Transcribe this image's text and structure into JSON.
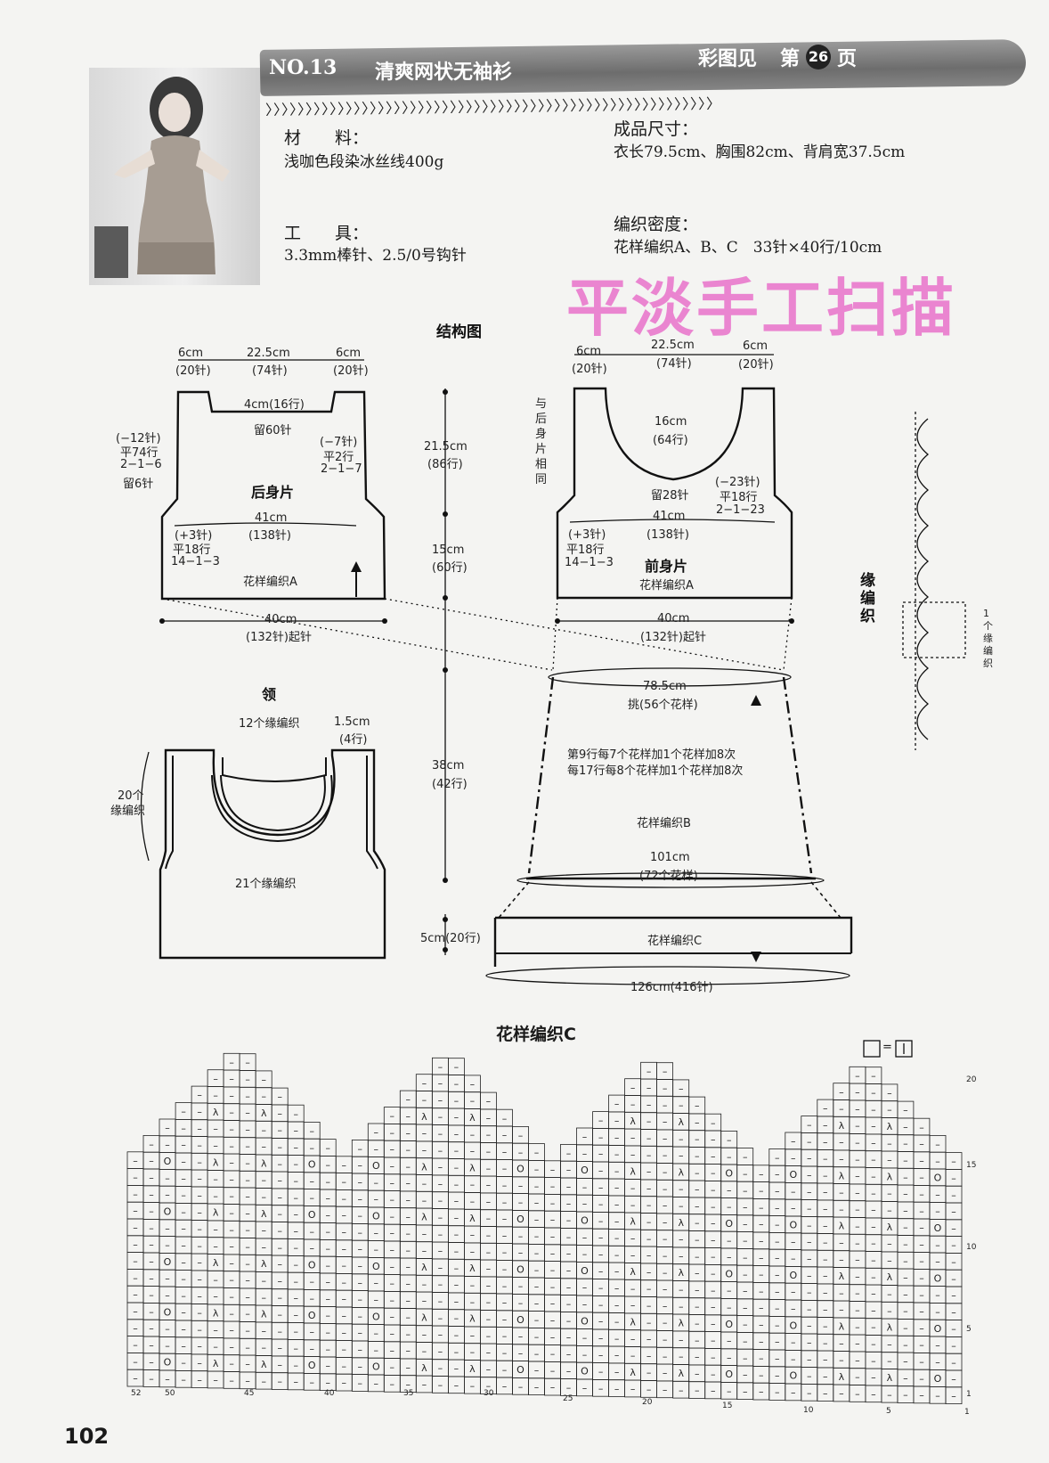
{
  "header": {
    "number": "NO.13",
    "title": "清爽网状无袖衫",
    "color_ref_prefix": "彩图见",
    "color_ref_page_prefix": "第",
    "color_ref_page": "26",
    "color_ref_page_suffix": "页",
    "arrow_row": "〉〉〉〉〉〉〉〉〉〉〉〉〉〉〉〉〉〉〉〉〉〉〉〉〉〉〉〉〉〉〉〉〉〉〉〉〉〉〉〉〉〉〉〉〉〉〉〉〉〉〉〉〉〉〉〉"
  },
  "info": {
    "materials_label": "材　　料：",
    "materials_value": "浅咖色段染冰丝线400g",
    "tools_label": "工　　具：",
    "tools_value": "3.3mm棒针、2.5/0号钩针",
    "size_label": "成品尺寸：",
    "size_value": "衣长79.5cm、胸围82cm、背肩宽37.5cm",
    "gauge_label": "编织密度：",
    "gauge_value": "花样编织A、B、C　33针×40行/10cm"
  },
  "watermark": "平淡手工扫描",
  "structure": {
    "title": "结构图",
    "back": {
      "top_left": "6cm",
      "top_left_sts": "(20针)",
      "top_mid": "22.5cm",
      "top_mid_sts": "(74针)",
      "top_right": "6cm",
      "top_right_sts": "(20针)",
      "neck": "4cm(16行)",
      "neck_keep": "留60针",
      "arm_left_1": "(−12针)",
      "arm_left_2": "平74行",
      "arm_left_3": "2−1−6",
      "arm_left_4": "留6针",
      "arm_right_1": "(−7针)",
      "arm_right_2": "平2行",
      "arm_right_3": "2−1−7",
      "name": "后身片",
      "width": "41cm",
      "width_sts": "(138针)",
      "inc_1": "(+3针)",
      "inc_2": "平18行",
      "inc_3": "14−1−3",
      "pattern": "花样编织A",
      "bottom": "40cm",
      "bottom_sts": "(132针)起针"
    },
    "center": {
      "armhole_h": "21.5cm",
      "armhole_rows": "(86行)",
      "body_h": "15cm",
      "body_rows": "(60行)",
      "skirt_h": "38cm",
      "skirt_rows": "(42行)",
      "hem_h": "5cm(20行)"
    },
    "front": {
      "same_as_back": "与后身片相同",
      "top_left": "6cm",
      "top_left_sts": "(20针)",
      "top_mid": "22.5cm",
      "top_mid_sts": "(74针)",
      "top_right": "6cm",
      "top_right_sts": "(20针)",
      "neck_depth": "16cm",
      "neck_rows": "(64行)",
      "neck_keep": "留28针",
      "dec_1": "(−23针)",
      "dec_2": "平18行",
      "dec_3": "2−1−23",
      "width": "41cm",
      "width_sts": "(138针)",
      "inc_1": "(+3针)",
      "inc_2": "平18行",
      "inc_3": "14−1−3",
      "name": "前身片",
      "pattern": "花样编织A",
      "bottom": "40cm",
      "bottom_sts": "(132针)起针"
    },
    "skirt": {
      "top": "78.5cm",
      "top_sts": "挑(56个花样)",
      "note_1": "第9行每7个花样加1个花样加8次",
      "note_2": "每17行每8个花样加1个花样加8次",
      "pattern": "花样编织B",
      "bottom": "101cm",
      "bottom_sts": "(72个花样)",
      "hem_pattern": "花样编织C",
      "hem_width": "126cm(416针)"
    },
    "collar": {
      "title": "领",
      "neck_count": "12个缘编织",
      "edge": "1.5cm",
      "edge_rows": "(4行)",
      "side_1": "20个",
      "side_2": "缘编织",
      "armhole_count": "21个缘编织"
    },
    "edging": {
      "title": "缘编织",
      "repeat": "1个缘编织"
    }
  },
  "chart": {
    "title": "花样编织C",
    "legend_eq": "=",
    "col_numbers": [
      "52",
      "50",
      "45",
      "40",
      "35",
      "30",
      "25",
      "20",
      "15",
      "10",
      "5",
      "1"
    ],
    "row_numbers": [
      "20",
      "15",
      "10",
      "5",
      "1"
    ]
  },
  "page_number": "102"
}
